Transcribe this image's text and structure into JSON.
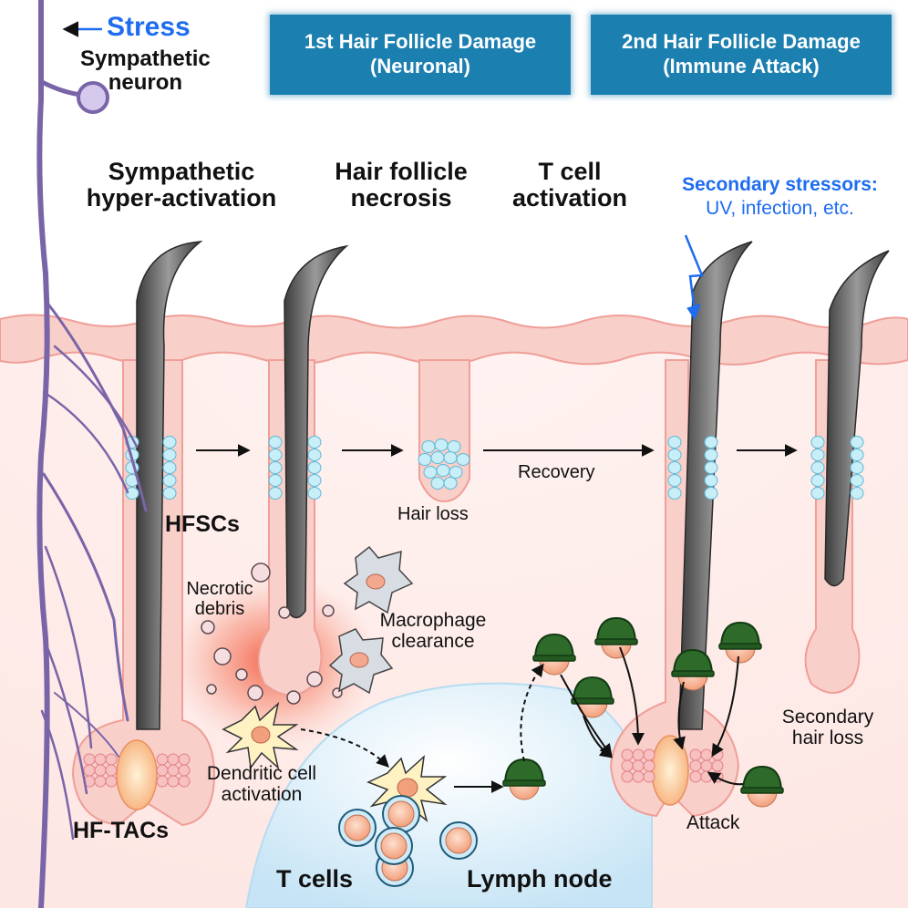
{
  "header": {
    "stress": "Stress",
    "sympathetic_neuron": [
      "Sympathetic",
      "neuron"
    ],
    "banner_first": [
      "1st Hair Follicle Damage",
      "(Neuronal)"
    ],
    "banner_second": [
      "2nd Hair Follicle Damage",
      "(Immune Attack)"
    ]
  },
  "stages": {
    "sympathetic": [
      "Sympathetic",
      "hyper-activation"
    ],
    "necrosis": [
      "Hair follicle",
      "necrosis"
    ],
    "tcell": [
      "T cell",
      "activation"
    ],
    "secondary_stressors_title": "Secondary stressors:",
    "secondary_stressors_text": "UV, infection, etc."
  },
  "labels": {
    "hfscs": "HFSCs",
    "hair_loss": "Hair loss",
    "recovery": "Recovery",
    "necrotic_debris": [
      "Necrotic",
      "debris"
    ],
    "macrophage": [
      "Macrophage",
      "clearance"
    ],
    "dendritic": [
      "Dendritic cell",
      "activation"
    ],
    "secondary_hair_loss": [
      "Secondary",
      "hair loss"
    ],
    "attack": "Attack",
    "hf_tacs": "HF-TACs",
    "t_cells": "T cells",
    "lymph_node": "Lymph node"
  },
  "colors": {
    "banner": "#1b7fb0",
    "accent_blue": "#1e6cf0",
    "neuron": "#7a64a8",
    "skin": "#f7d2cc",
    "skin_edge": "#f0aaa2",
    "hair": "#5a5a5a",
    "stem_cell": "#bfeaf5",
    "lymph": "#cde8f6",
    "inflammation": "#f05a3c",
    "helmet": "#2e6b2a"
  }
}
